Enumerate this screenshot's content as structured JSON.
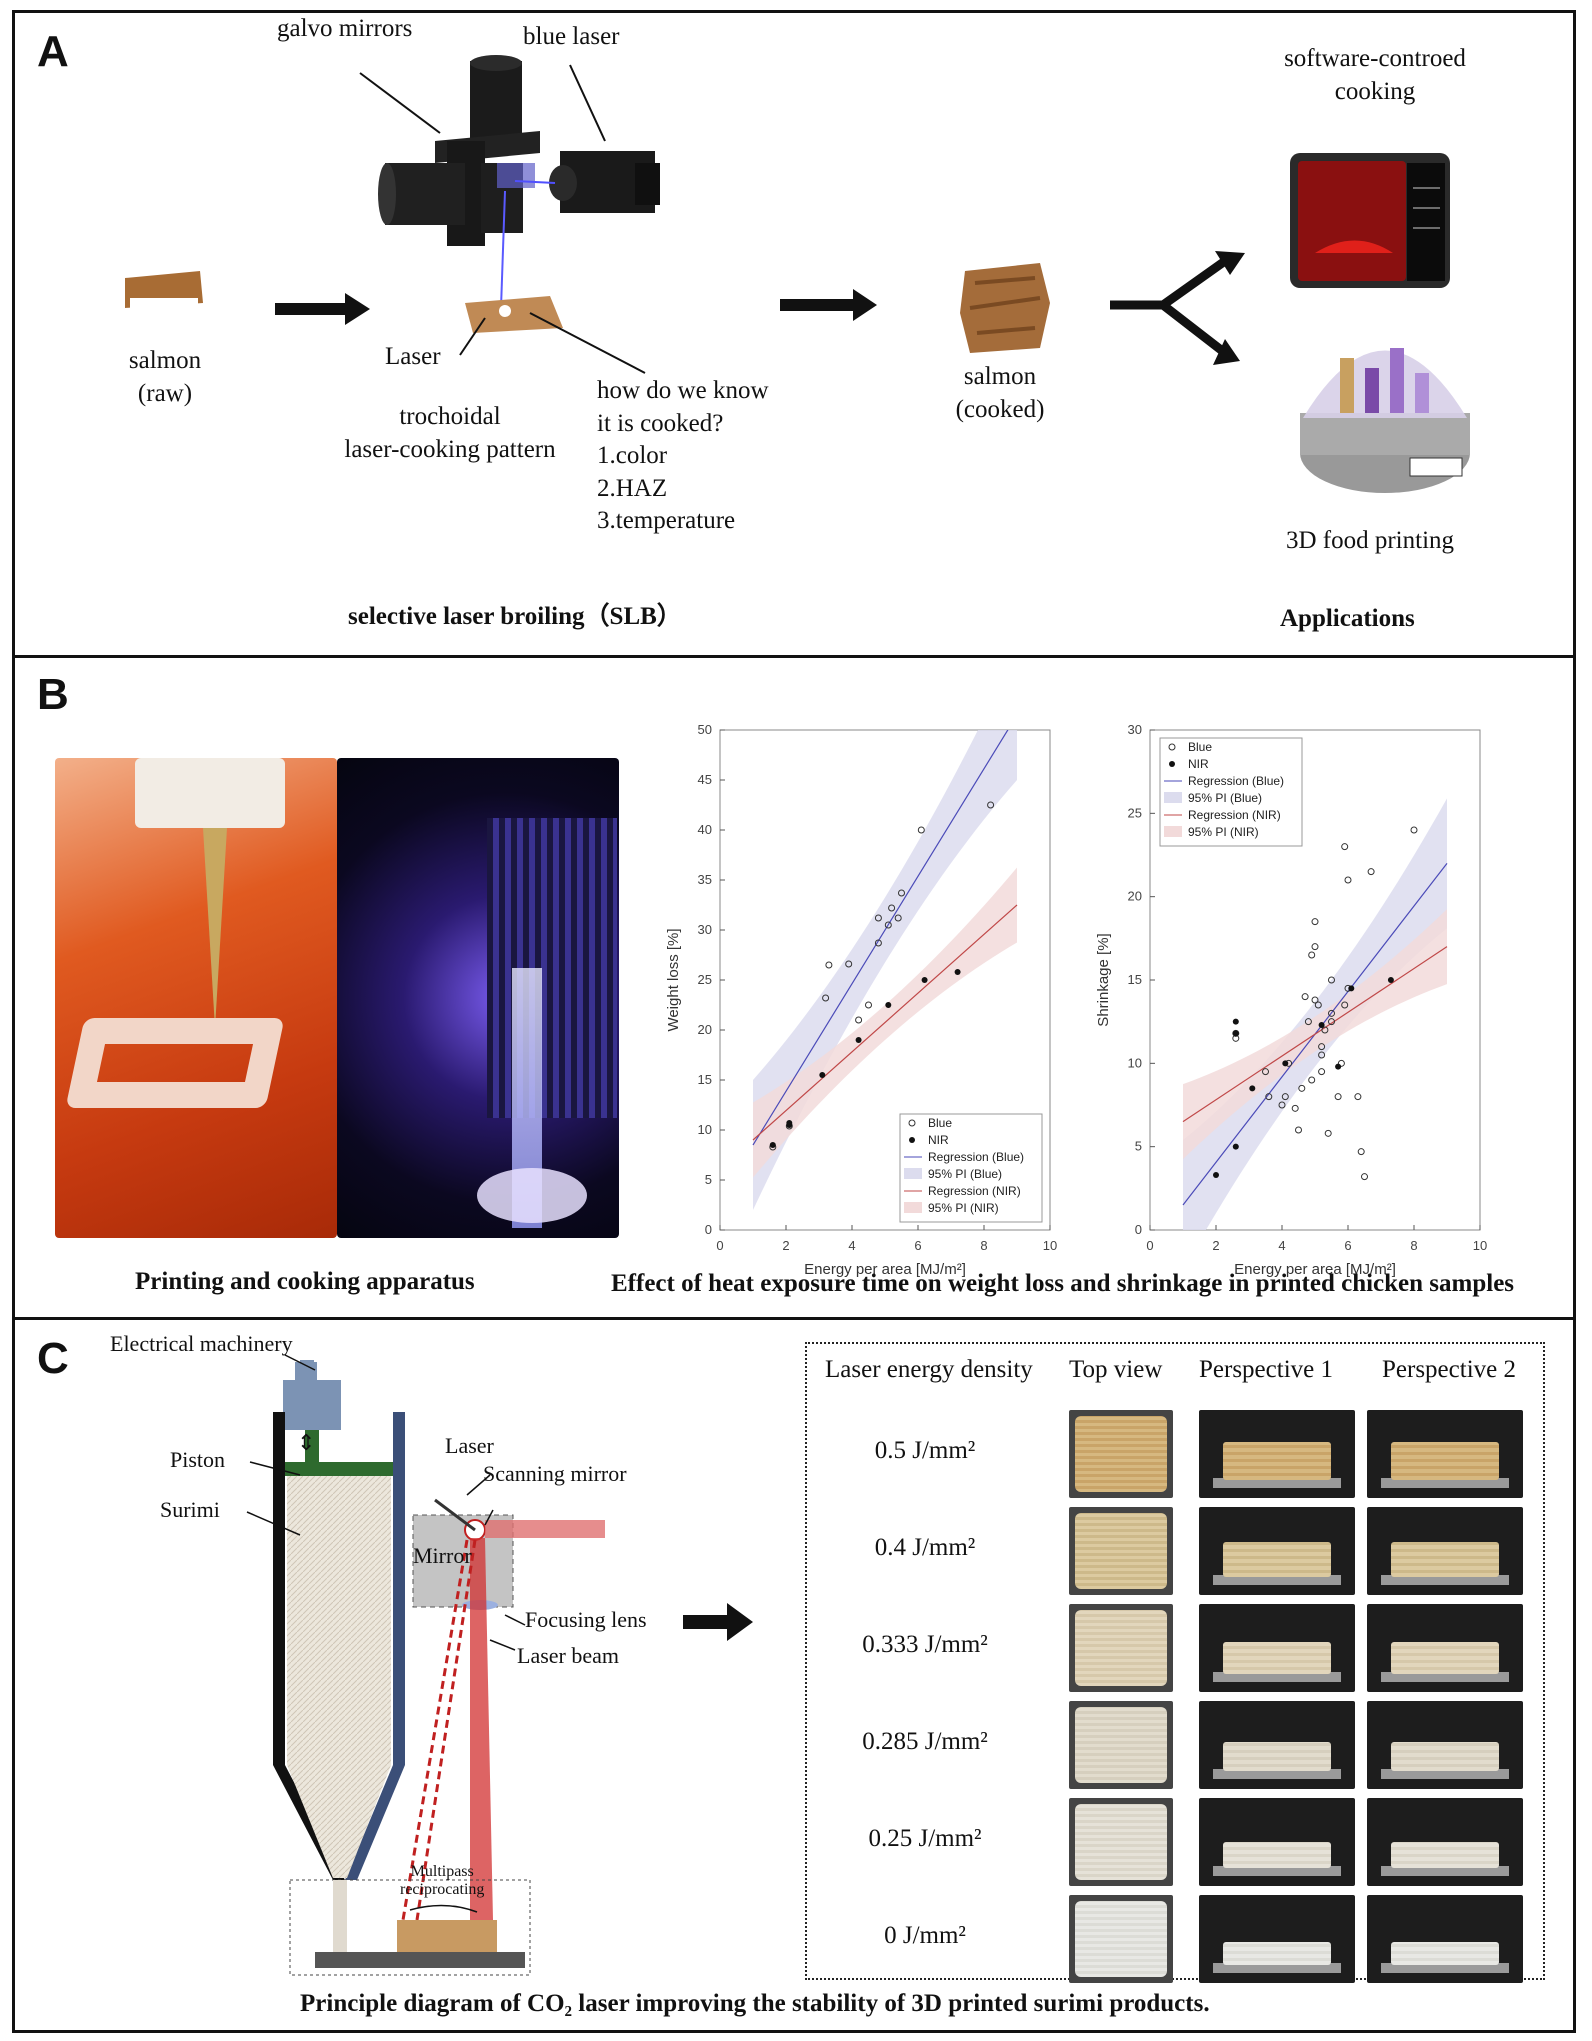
{
  "panel_a": {
    "label": "A",
    "galvo": "galvo mirrors",
    "blue_laser": "blue laser",
    "salmon_raw": "salmon\n(raw)",
    "laser": "Laser",
    "pattern": "trochoidal\nlaser-cooking pattern",
    "question": "how do we know\nit is cooked?\n1.color\n2.HAZ\n3.temperature",
    "salmon_cooked": "salmon\n(cooked)",
    "software": "software-controed\ncooking",
    "printing3d": "3D food printing",
    "caption_left": "selective laser broiling（SLB）",
    "caption_right": "Applications"
  },
  "panel_b": {
    "label": "B",
    "caption_left": "Printing and cooking apparatus",
    "caption_right": "Effect of heat exposure time on weight loss and shrinkage in printed chicken samples"
  },
  "panel_c": {
    "label": "C",
    "electrical": "Electrical machinery",
    "piston": "Piston",
    "surimi": "Surimi",
    "laser": "Laser",
    "scanning": "Scanning mirror",
    "mirror": "Mirror",
    "focusing": "Focusing lens",
    "beam": "Laser beam",
    "multipass": "Multipass\nreciprocating",
    "table_headers": [
      "Laser energy density",
      "Top view",
      "Perspective 1",
      "Perspective 2"
    ],
    "densities": [
      "0.5 J/mm²",
      "0.4 J/mm²",
      "0.333 J/mm²",
      "0.285 J/mm²",
      "0.25 J/mm²",
      "0 J/mm²"
    ],
    "caption": "Principle diagram of CO₂ laser improving the stability of 3D printed surimi products."
  },
  "colors": {
    "blue_band": "#dcdcee",
    "red_band": "#f2dada",
    "blue_line": "#4a4ab8",
    "red_line": "#c04848"
  },
  "chart_data": [
    {
      "type": "scatter",
      "title": "",
      "xlabel": "Energy per area [MJ/m²]",
      "ylabel": "Weight loss [%]",
      "xlim": [
        0,
        10
      ],
      "ylim": [
        0,
        50
      ],
      "xticks": [
        "0",
        "2",
        "4",
        "6",
        "8",
        "10"
      ],
      "yticks": [
        "0",
        "5",
        "10",
        "15",
        "20",
        "25",
        "30",
        "35",
        "40",
        "45",
        "50"
      ],
      "legend": [
        "Blue",
        "NIR",
        "Regression (Blue)",
        "95% PI (Blue)",
        "Regression (NIR)",
        "95% PI (NIR)"
      ],
      "legend_position": "bottom-right",
      "series": [
        {
          "name": "Blue",
          "x": [
            1.6,
            2.1,
            3.2,
            3.3,
            3.9,
            4.2,
            4.5,
            4.8,
            4.8,
            5.1,
            5.2,
            5.4,
            5.5,
            6.1,
            8.2
          ],
          "y": [
            8.3,
            10.4,
            23.2,
            26.5,
            26.6,
            21.0,
            22.5,
            28.7,
            31.2,
            30.5,
            32.2,
            31.2,
            33.7,
            40.0,
            42.5
          ]
        },
        {
          "name": "NIR",
          "x": [
            1.6,
            2.1,
            2.1,
            3.1,
            4.2,
            5.1,
            6.2,
            7.2
          ],
          "y": [
            8.5,
            10.5,
            10.7,
            15.5,
            19.0,
            22.5,
            25.0,
            25.8
          ]
        },
        {
          "name": "Regression (Blue)",
          "x": [
            1,
            9
          ],
          "y": [
            8.5,
            51.5
          ]
        },
        {
          "name": "Regression (NIR)",
          "x": [
            1,
            9
          ],
          "y": [
            9.0,
            32.5
          ]
        }
      ]
    },
    {
      "type": "scatter",
      "title": "",
      "xlabel": "Energy per area [MJ/m²]",
      "ylabel": "Shrinkage [%]",
      "xlim": [
        0,
        10
      ],
      "ylim": [
        0,
        30
      ],
      "xticks": [
        "0",
        "2",
        "4",
        "6",
        "8",
        "10"
      ],
      "yticks": [
        "0",
        "5",
        "10",
        "15",
        "20",
        "25",
        "30"
      ],
      "legend": [
        "Blue",
        "NIR",
        "Regression (Blue)",
        "95% PI (Blue)",
        "Regression (NIR)",
        "95% PI (NIR)"
      ],
      "legend_position": "top-left",
      "series": [
        {
          "name": "Blue",
          "x": [
            2.6,
            2.6,
            3.5,
            3.6,
            4.0,
            4.1,
            4.2,
            4.4,
            4.5,
            4.6,
            4.7,
            4.8,
            4.9,
            5.0,
            5.0,
            5.1,
            5.2,
            5.2,
            5.3,
            5.4,
            5.5,
            5.5,
            5.7,
            5.8,
            5.9,
            6.0,
            6.0,
            6.3,
            6.4,
            6.5,
            6.7,
            8.0,
            4.9,
            5.0,
            5.2,
            5.5,
            5.9
          ],
          "y": [
            11.5,
            11.8,
            9.5,
            8.0,
            7.5,
            8.0,
            10.0,
            7.3,
            6.0,
            8.5,
            14.0,
            12.5,
            16.5,
            17.0,
            18.5,
            13.5,
            9.5,
            11.0,
            12.0,
            5.8,
            12.5,
            13.0,
            8.0,
            10.0,
            13.5,
            14.5,
            21.0,
            8.0,
            4.7,
            3.2,
            21.5,
            24.0,
            9.0,
            13.8,
            10.5,
            15.0,
            23.0
          ]
        },
        {
          "name": "NIR",
          "x": [
            2.0,
            2.6,
            2.6,
            2.6,
            3.1,
            4.1,
            5.2,
            5.7,
            6.1,
            7.3
          ],
          "y": [
            3.3,
            5.0,
            11.8,
            12.5,
            8.5,
            10.0,
            12.3,
            9.8,
            14.5,
            15.0
          ]
        },
        {
          "name": "Regression (Blue)",
          "x": [
            1,
            9
          ],
          "y": [
            1.5,
            22.0
          ]
        },
        {
          "name": "Regression (NIR)",
          "x": [
            1,
            9
          ],
          "y": [
            6.5,
            17.0
          ]
        }
      ]
    }
  ]
}
